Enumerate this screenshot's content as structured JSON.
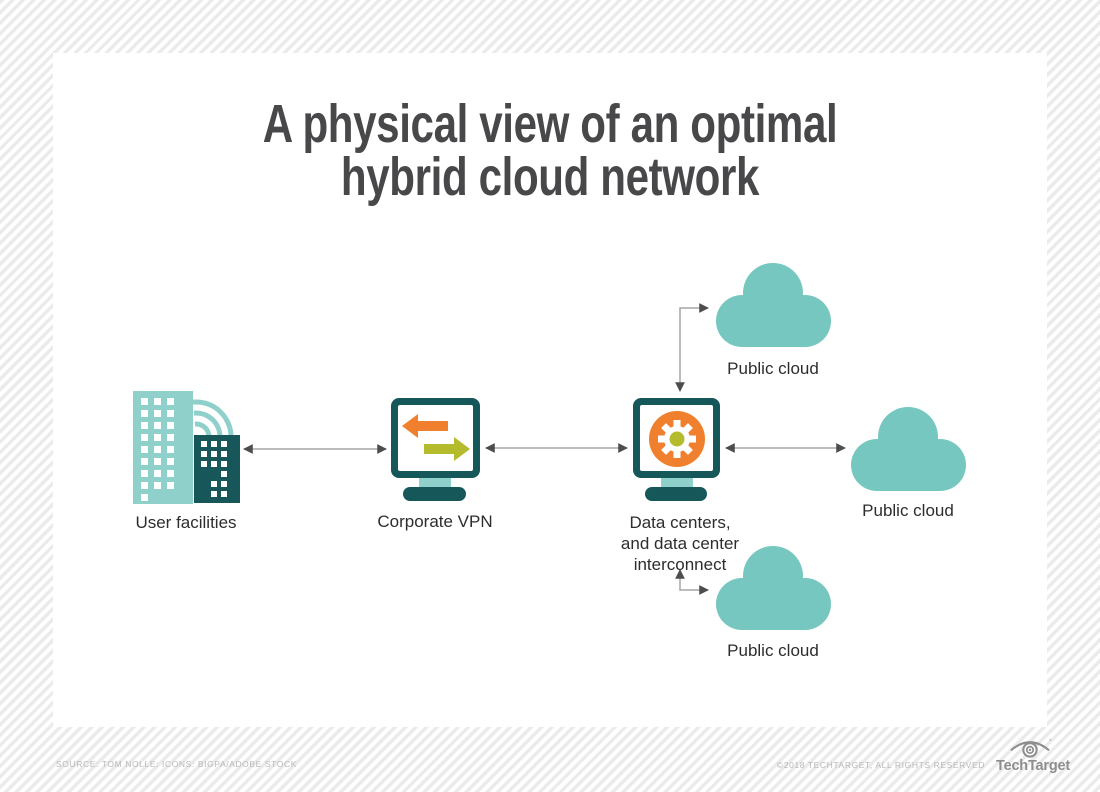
{
  "title": {
    "line1": "A physical view of an optimal",
    "line2": "hybrid cloud network"
  },
  "diagram": {
    "nodes": {
      "user_facilities": {
        "label": "User facilities",
        "icon": "buildings-icon"
      },
      "corporate_vpn": {
        "label": "Corporate VPN",
        "icon": "vpn-transfer-monitor-icon"
      },
      "data_centers": {
        "lines": [
          "Data centers,",
          "and data center",
          "interconnect"
        ],
        "icon": "gear-monitor-icon"
      },
      "cloud_top": {
        "label": "Public cloud",
        "icon": "cloud-icon"
      },
      "cloud_right": {
        "label": "Public cloud",
        "icon": "cloud-icon"
      },
      "cloud_bottom": {
        "label": "Public cloud",
        "icon": "cloud-icon"
      }
    },
    "connections": [
      {
        "from": "user_facilities",
        "to": "corporate_vpn",
        "style": "double-arrow"
      },
      {
        "from": "corporate_vpn",
        "to": "data_centers",
        "style": "double-arrow"
      },
      {
        "from": "data_centers",
        "to": "cloud_right",
        "style": "double-arrow"
      },
      {
        "from": "data_centers",
        "to": "cloud_top",
        "style": "elbow-double-arrow"
      },
      {
        "from": "data_centers",
        "to": "cloud_bottom",
        "style": "elbow-double-arrow"
      }
    ]
  },
  "colors": {
    "teal": "#76c7c0",
    "teal_light": "#8fd1ca",
    "teal_dark": "#16585a",
    "orange": "#f0802d",
    "olive": "#b4bc2e",
    "title_text": "#48484a",
    "label_text": "#2d2d2f",
    "connector_line": "#a5a5a5",
    "arrowhead": "#4d4d4d",
    "footer_text": "#b9b9b9",
    "logo_gray": "#8e8e8e",
    "stripe": "#ebebeb"
  },
  "footer": {
    "source": "SOURCE: TOM NOLLE: ICONS: BIGPA/ADOBE STOCK",
    "copyright": "©2018 TECHTARGET, ALL RIGHTS RESERVED",
    "brand": "TechTarget"
  }
}
